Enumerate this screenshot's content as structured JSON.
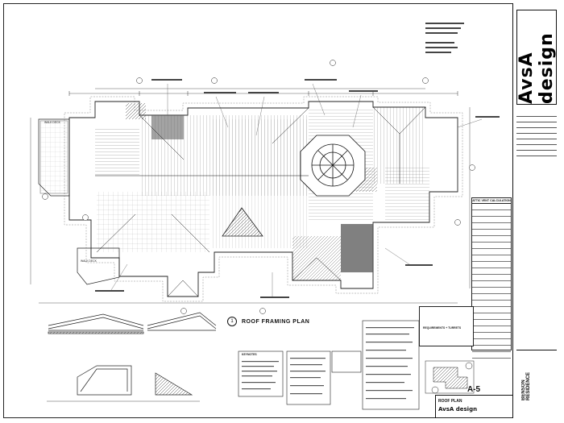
{
  "brand": {
    "logo_text": "AvsA design"
  },
  "titleblock": {
    "project": "BENSON RESIDENCE"
  },
  "sheet": {
    "number": "A-5",
    "title": "ROOF PLAN",
    "brand_small": "AvsA design"
  },
  "drawing": {
    "number": "1",
    "title": "ROOF FRAMING PLAN"
  },
  "labels": {
    "walk_deck_upper": "WALK DECK",
    "walk_deck_lower": "WALK DECK",
    "attic_vent_calc": "ATTIC VENT CALCULATION",
    "requirements": "REQUIREMENTS + TURRETS",
    "keynotes": "KEYNOTES"
  },
  "colors": {
    "line": "#222222",
    "hatch": "#555555",
    "paper": "#ffffff"
  }
}
